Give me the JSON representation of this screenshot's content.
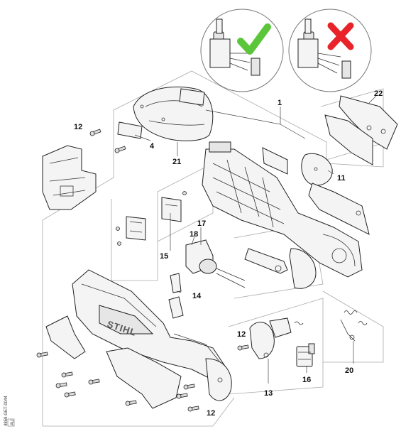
{
  "diagram": {
    "doc_code": "4859-GET-0044",
    "doc_code_suffix": "AU",
    "callouts": {
      "c1": "1",
      "c4": "4",
      "c11": "11",
      "c12_top": "12",
      "c12_left": "12",
      "c12_bottom": "12",
      "c13": "13",
      "c14": "14",
      "c15": "15",
      "c16": "16",
      "c17": "17",
      "c18": "18",
      "c20": "20",
      "c21": "21",
      "c22": "22"
    },
    "housing_brand": "STIHL",
    "indicators": {
      "correct_icon": "check-icon",
      "correct_color": "#5cc63a",
      "wrong_icon": "cross-icon",
      "wrong_color": "#e8242a"
    }
  }
}
